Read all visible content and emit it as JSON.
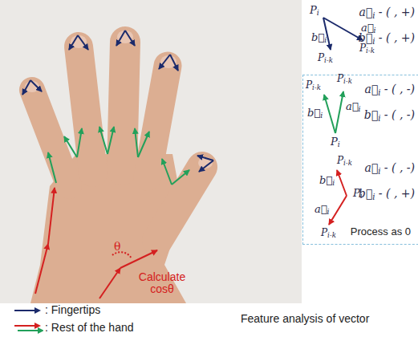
{
  "diagram": {
    "caption": "Feature analysis of vector",
    "nodes": [
      {
        "text": [
          "Process as 0"
        ]
      }
    ],
    "edges": [],
    "labels": [
      "Pi",
      "a⃗i",
      "b⃗i",
      "Pi-k",
      "Pi-k",
      "a⃗i - ( , +)",
      "b⃗i - ( , +)",
      "Pi-k",
      "Pi-k",
      "b⃗i",
      "a⃗i",
      "Pi",
      "a⃗i - ( , -)",
      "b⃗i - ( , -)",
      "Pi-k",
      "b⃗i",
      "Pi",
      "a⃗i",
      "Pi-k",
      "a⃗i - ( , -)",
      "b⃗i - ( , +)",
      "θ",
      "Calculate cosθ"
    ],
    "legend": [
      {
        "text": ": Fingertips"
      },
      {
        "text": ": Rest of the hand"
      }
    ]
  }
}
